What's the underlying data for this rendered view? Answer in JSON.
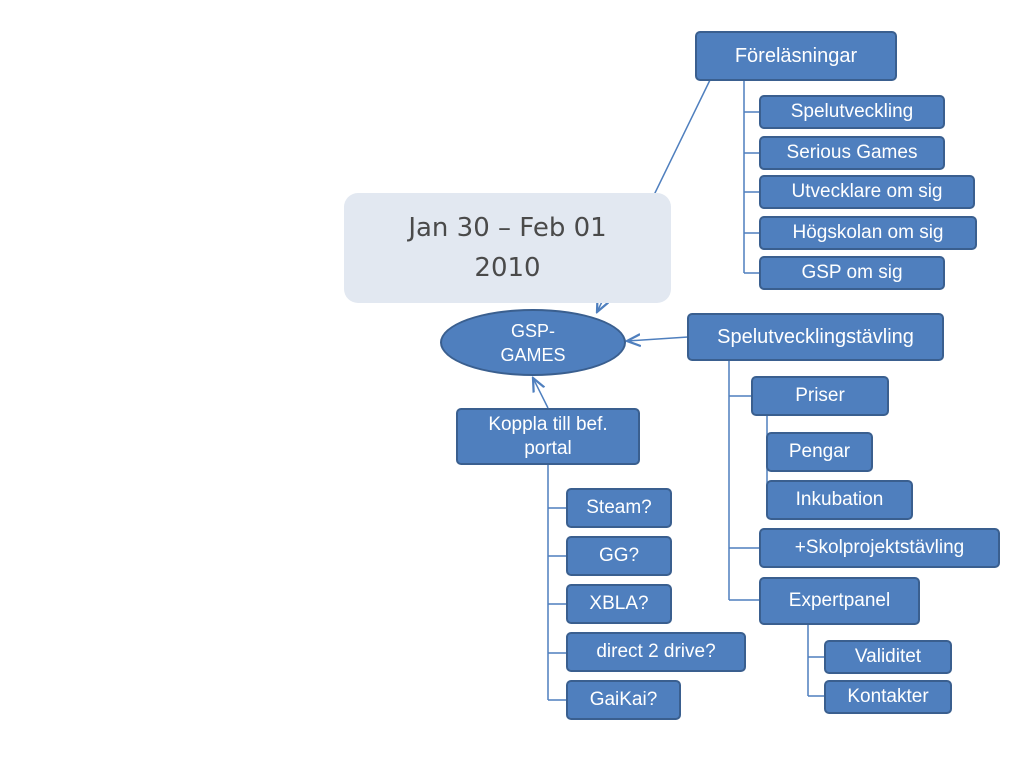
{
  "date_box": {
    "line1": "Jan 30 – Feb 01",
    "line2": "2010"
  },
  "center": {
    "line1": "GSP-",
    "line2": "GAMES"
  },
  "forelasningar": {
    "label": "Föreläsningar",
    "items": [
      "Spelutveckling",
      "Serious Games",
      "Utvecklare om sig",
      "Högskolan om sig",
      "GSP om sig"
    ]
  },
  "tavling": {
    "label": "Spelutvecklingstävling",
    "priser": {
      "label": "Priser",
      "items": [
        "Pengar",
        "Inkubation"
      ]
    },
    "skolprojekt": "+Skolprojektstävling",
    "expertpanel": {
      "label": "Expertpanel",
      "items": [
        "Validitet",
        "Kontakter"
      ]
    }
  },
  "portal": {
    "line1": "Koppla till bef.",
    "line2": "portal",
    "items": [
      "Steam?",
      "GG?",
      "XBLA?",
      "direct 2 drive?",
      "GaiKai?"
    ]
  },
  "colors": {
    "node_fill": "#4f7fbe",
    "node_border": "#3a5f8f",
    "date_fill": "#e2e8f1"
  }
}
